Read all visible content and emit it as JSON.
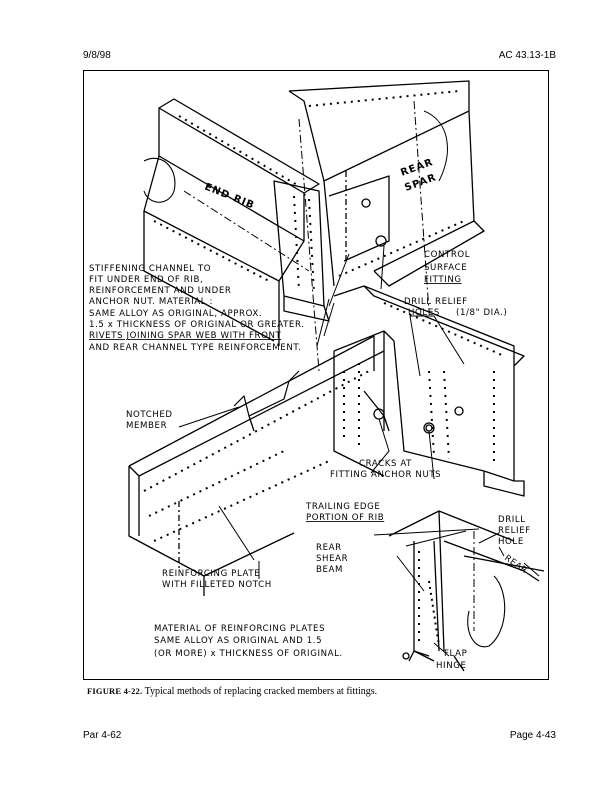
{
  "header": {
    "date": "9/8/98",
    "doc_id": "AC 43.13-1B"
  },
  "footer": {
    "par": "Par 4-62",
    "page": "Page 4-43"
  },
  "caption": {
    "figure_label": "FIGURE 4-22.",
    "text": " Typical methods of replacing cracked members at fittings."
  },
  "labels": {
    "end_rib": "END RIB",
    "rear_spar_1": "REAR",
    "rear_spar_2": "SPAR",
    "stiffening_1": "STIFFENING CHANNEL TO",
    "stiffening_2": "FIT UNDER END OF RIB,",
    "stiffening_3": "REINFORCEMENT AND UNDER",
    "stiffening_4": "ANCHOR NUT.  MATERIAL :",
    "stiffening_5": "SAME ALLOY AS ORIGINAL, APPROX.",
    "stiffening_6": "1.5 x THICKNESS OF ORIGINAL OR GREATER.",
    "stiffening_7": "RIVETS JOINING SPAR WEB WITH FRONT",
    "stiffening_8": "AND REAR CHANNEL TYPE REINFORCEMENT.",
    "control_1": "CONTROL",
    "control_2": "SURFACE",
    "control_3": "FITTING",
    "drill_relief_1": "DRILL RELIEF",
    "drill_relief_2": "HOLES",
    "drill_relief_3": "(1/8\" DIA.)",
    "notched_1": "NOTCHED",
    "notched_2": "MEMBER",
    "cracks_1": "CRACKS AT",
    "cracks_2": "FITTING ANCHOR NUTS",
    "trailing_1": "TRAILING EDGE",
    "trailing_2": "PORTION OF RIB",
    "drill_hole_1": "DRILL",
    "drill_hole_2": "RELIEF",
    "drill_hole_3": "HOLE",
    "rear": "REAR",
    "shear_1": "REAR",
    "shear_2": "SHEAR",
    "shear_3": "BEAM",
    "reinforcing_1": "REINFORCING PLATE",
    "reinforcing_2": "WITH FILLETED NOTCH",
    "material_1": "MATERIAL OF REINFORCING PLATES",
    "material_2": "SAME ALLOY AS ORIGINAL AND 1.5",
    "material_3": "(OR MORE) x THICKNESS OF ORIGINAL.",
    "flap_1": "FLAP",
    "flap_2": "HINGE"
  }
}
